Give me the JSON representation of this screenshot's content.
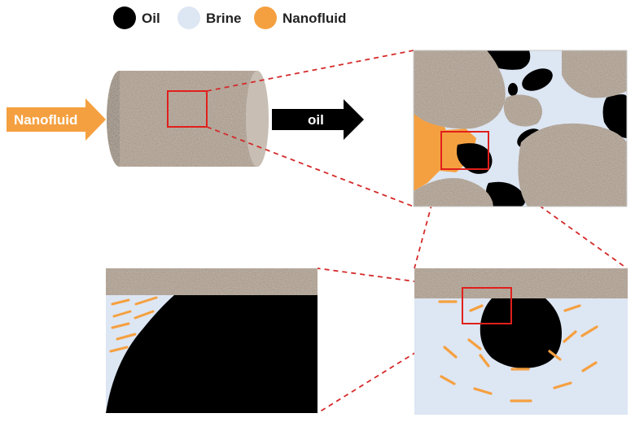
{
  "legend": {
    "items": [
      {
        "label": "Oil",
        "color": "#000000"
      },
      {
        "label": "Brine",
        "color": "#dde6f3"
      },
      {
        "label": "Nanofluid",
        "color": "#f5a040"
      }
    ]
  },
  "inlet_arrow": {
    "label": "Nanofluid",
    "color": "#f5a040",
    "text_color": "#ffffff"
  },
  "outlet_arrow": {
    "label": "oil",
    "color": "#000000",
    "text_color": "#ffffff"
  },
  "colors": {
    "rock": "#a89a8a",
    "brine": "#dde6f3",
    "oil": "#000000",
    "nanofluid": "#f5a040",
    "highlight": "#e0201c",
    "zoom_line": "#d42a2a"
  }
}
